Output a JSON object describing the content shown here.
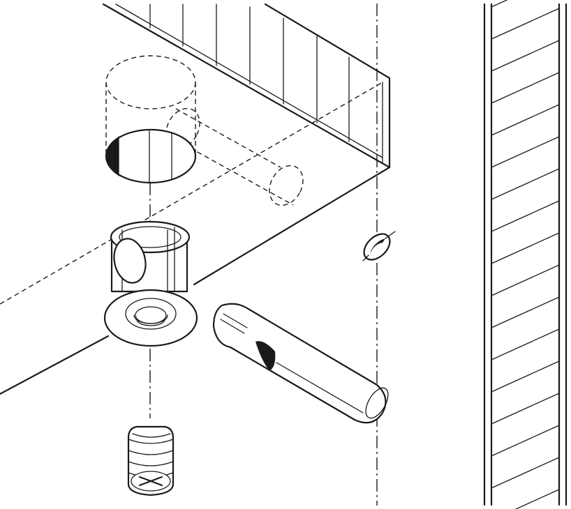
{
  "figure": {
    "type": "assembly-illustration",
    "style": "black line art on white",
    "line_color": "#1a1a1a",
    "background": "#ffffff",
    "icons": [
      "panel-corner",
      "drilled-hole",
      "connector-housing",
      "threaded-insert-screw",
      "connecting-bolt",
      "side-panel"
    ]
  }
}
